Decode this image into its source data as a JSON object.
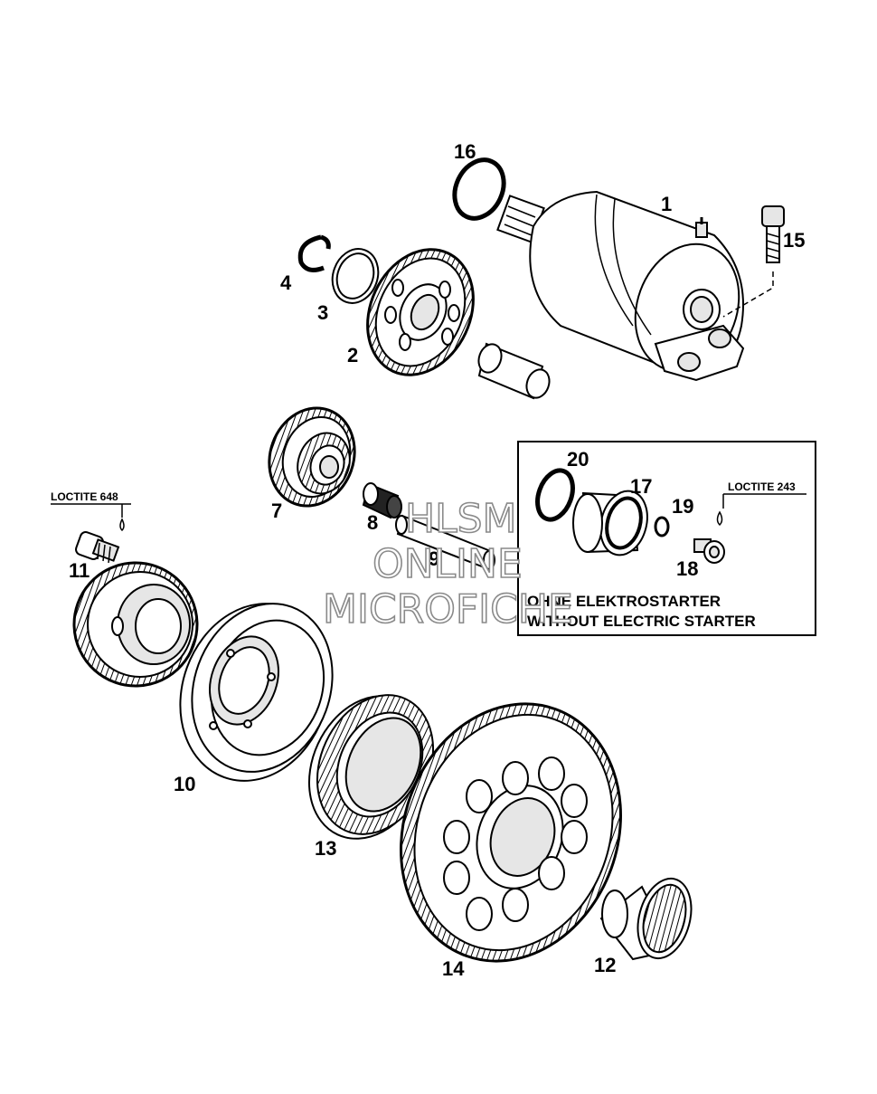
{
  "callouts": {
    "p1": "1",
    "p2": "2",
    "p3": "3",
    "p4": "4",
    "p7": "7",
    "p8": "8",
    "p9": "9",
    "p10": "10",
    "p11": "11",
    "p12": "12",
    "p13": "13",
    "p14": "14",
    "p15": "15",
    "p16": "16",
    "p17": "17",
    "p18": "18",
    "p19": "19",
    "p20": "20"
  },
  "notes": {
    "loctite_left": "LOCTITE 648",
    "loctite_right": "LOCTITE 243"
  },
  "inset": {
    "line1": "OHNE ELEKTROSTARTER",
    "line2": "WITHOUT ELECTRIC STARTER"
  },
  "watermark": {
    "line1": "HLSM",
    "line2": "ONLINE",
    "line3": "MICROFICHE"
  }
}
